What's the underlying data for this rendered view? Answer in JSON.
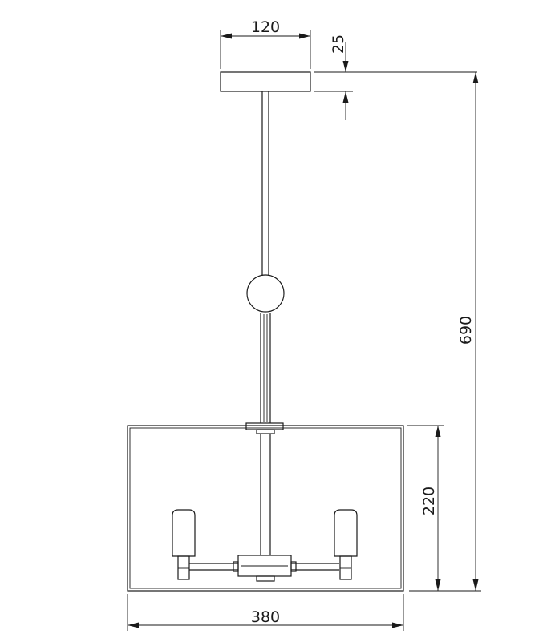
{
  "dimensions": {
    "canopy_width": "120",
    "canopy_height": "25",
    "total_height": "690",
    "shade_height": "220",
    "shade_width": "380"
  }
}
